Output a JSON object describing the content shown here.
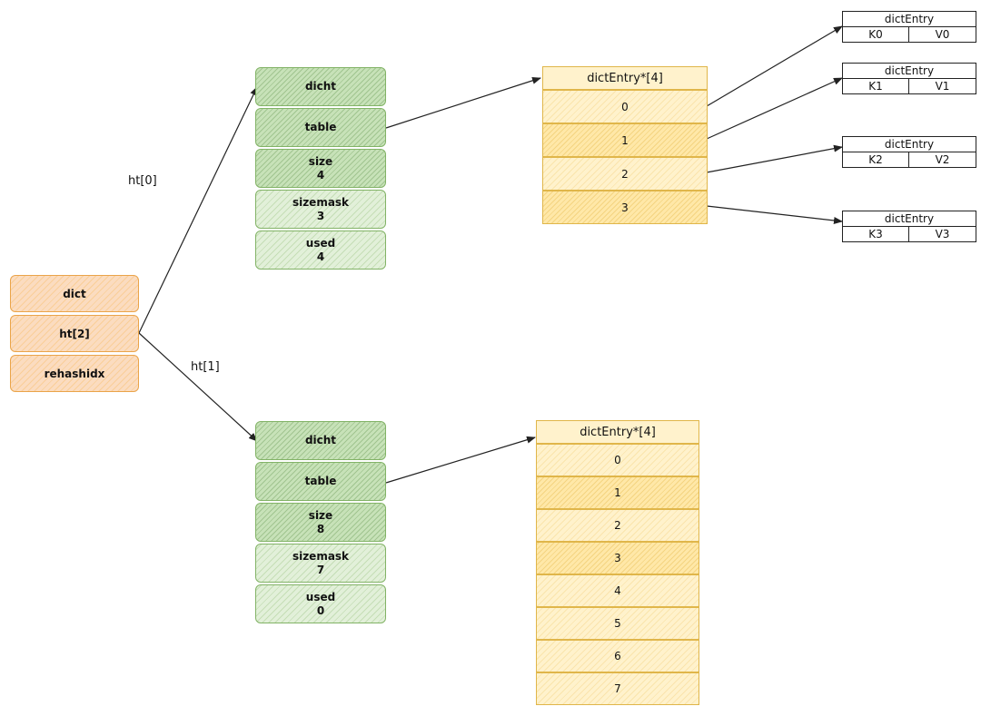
{
  "dict": {
    "label": "dict",
    "ht_label": "ht[2]",
    "rehash_label": "rehashidx"
  },
  "edges": {
    "ht0": "ht[0]",
    "ht1": "ht[1]"
  },
  "ht0": {
    "dicht": "dicht",
    "table": "table",
    "size_label": "size",
    "size_value": "4",
    "sizemask_label": "sizemask",
    "sizemask_value": "3",
    "used_label": "used",
    "used_value": "4"
  },
  "ht1": {
    "dicht": "dicht",
    "table": "table",
    "size_label": "size",
    "size_value": "8",
    "sizemask_label": "sizemask",
    "sizemask_value": "7",
    "used_label": "used",
    "used_value": "0"
  },
  "array0": {
    "title": "dictEntry*[4]",
    "slots": [
      "0",
      "1",
      "2",
      "3"
    ]
  },
  "array1": {
    "title": "dictEntry*[4]",
    "slots": [
      "0",
      "1",
      "2",
      "3",
      "4",
      "5",
      "6",
      "7"
    ]
  },
  "entries": [
    {
      "title": "dictEntry",
      "key": "K0",
      "value": "V0"
    },
    {
      "title": "dictEntry",
      "key": "K1",
      "value": "V1"
    },
    {
      "title": "dictEntry",
      "key": "K2",
      "value": "V2"
    },
    {
      "title": "dictEntry",
      "key": "K3",
      "value": "V3"
    }
  ],
  "colors": {
    "orange_fill": "#fbdcc0",
    "orange_stroke": "#eaa44a",
    "green_fill": "#e2f0d9",
    "green_stroke": "#82b366",
    "yellow_fill": "#fff2cc",
    "yellow_stroke": "#e0b64a",
    "line": "#222222"
  }
}
